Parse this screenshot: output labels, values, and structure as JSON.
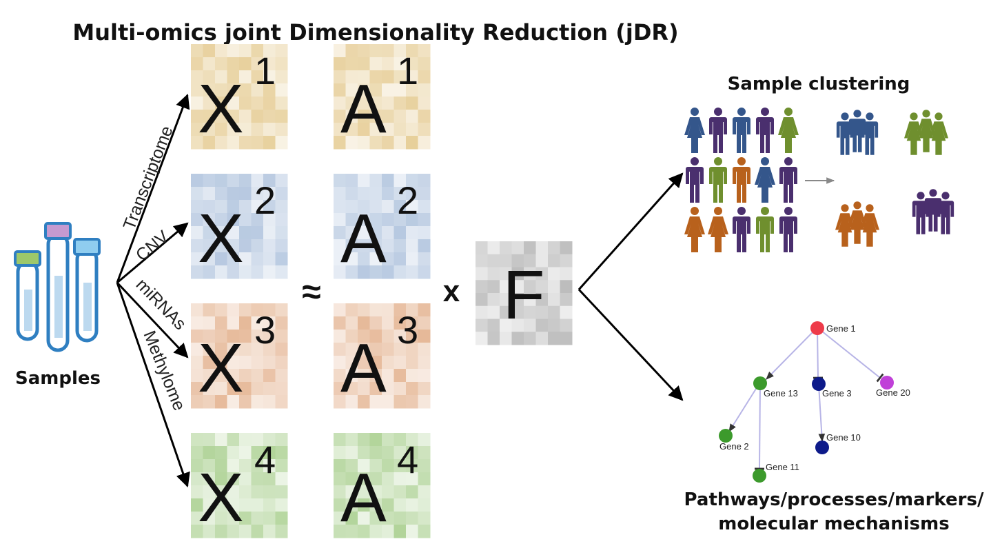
{
  "title": "Multi-omics joint Dimensionality Reduction (jDR)",
  "samples": {
    "label": "Samples"
  },
  "omics_arrows": [
    {
      "label": "Transcriptome"
    },
    {
      "label": "CNV"
    },
    {
      "label": "miRNAs"
    },
    {
      "label": "Methylome"
    }
  ],
  "x_matrices": [
    {
      "letter": "X",
      "sup": "1",
      "color": "#e7cf9a"
    },
    {
      "letter": "X",
      "sup": "2",
      "color": "#b6c8e0"
    },
    {
      "letter": "X",
      "sup": "3",
      "color": "#e6b999"
    },
    {
      "letter": "X",
      "sup": "4",
      "color": "#b2d49a"
    }
  ],
  "a_matrices": [
    {
      "letter": "A",
      "sup": "1",
      "color": "#e7cf9a"
    },
    {
      "letter": "A",
      "sup": "2",
      "color": "#b6c8e0"
    },
    {
      "letter": "A",
      "sup": "3",
      "color": "#e6b999"
    },
    {
      "letter": "A",
      "sup": "4",
      "color": "#b2d49a"
    }
  ],
  "approx_symbol": "≈",
  "times_symbol": "x",
  "f_matrix": {
    "letter": "F",
    "color": "#bdbdbd"
  },
  "clustering": {
    "title": "Sample clustering",
    "colors": {
      "blue": "#34568b",
      "purple": "#4a2f6e",
      "green": "#6f8f2e",
      "orange": "#b8611c"
    }
  },
  "network": {
    "title_line1": "Pathways/processes/markers/",
    "title_line2": "molecular mechanisms",
    "nodes": [
      {
        "id": "g1",
        "label": "Gene 1",
        "color": "#ee3b4a"
      },
      {
        "id": "g13",
        "label": "Gene 13",
        "color": "#3c9a2c"
      },
      {
        "id": "g3",
        "label": "Gene 3",
        "color": "#0d1a8a"
      },
      {
        "id": "g20",
        "label": "Gene 20",
        "color": "#c040d8"
      },
      {
        "id": "g2",
        "label": "Gene 2",
        "color": "#3c9a2c"
      },
      {
        "id": "g10",
        "label": "Gene 10",
        "color": "#0d1a8a"
      },
      {
        "id": "g11",
        "label": "Gene 11",
        "color": "#3c9a2c"
      }
    ]
  }
}
